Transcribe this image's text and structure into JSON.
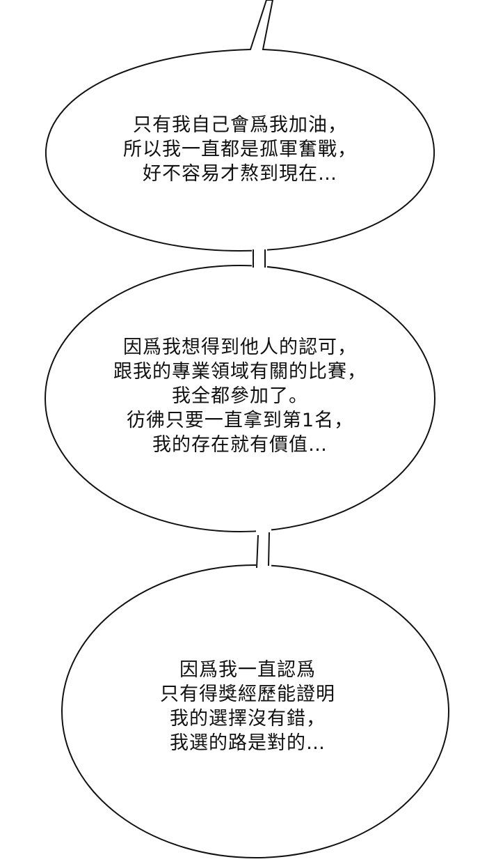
{
  "bubbles": [
    {
      "lines": [
        "只有我自己會爲我加油，",
        "所以我一直都是孤軍奮戰，",
        "好不容易才熬到現在…"
      ]
    },
    {
      "lines": [
        "因爲我想得到他人的認可，",
        "跟我的專業領域有關的比賽，",
        "我全都參加了。",
        "彷彿只要一直拿到第1名，",
        "我的存在就有價值…"
      ]
    },
    {
      "lines": [
        "因爲我一直認爲",
        "只有得獎經歷能證明",
        "我的選擇沒有錯，",
        "我選的路是對的…"
      ]
    }
  ]
}
